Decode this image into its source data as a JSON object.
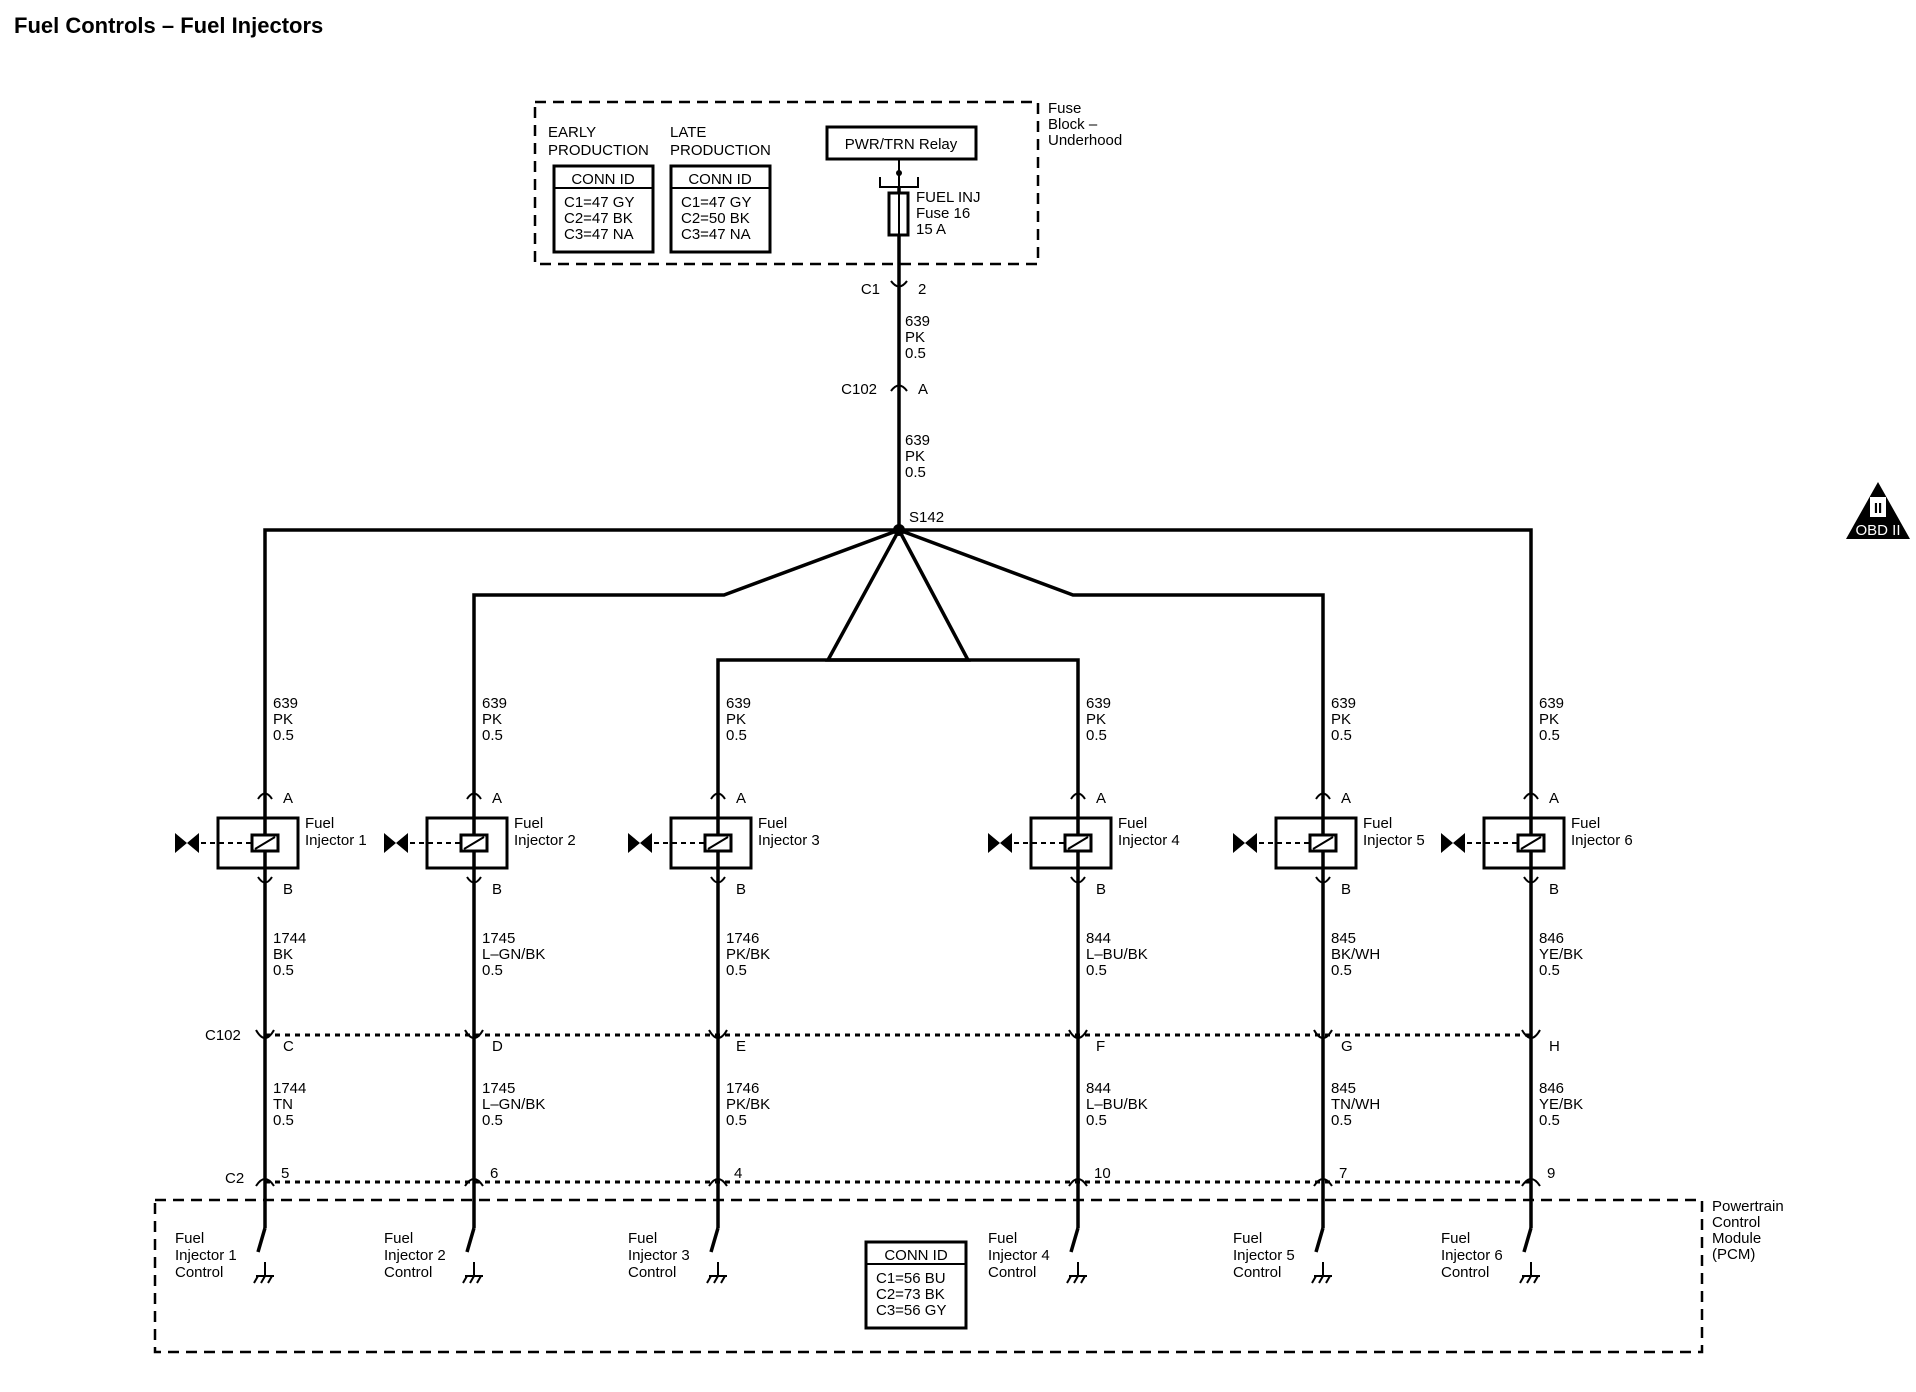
{
  "title": "Fuel Controls – Fuel Injectors",
  "fuse_block": {
    "name_lines": [
      "Fuse",
      "Block –",
      "Underhood"
    ],
    "early": {
      "heading_lines": [
        "EARLY",
        "PRODUCTION"
      ],
      "conn_header": "CONN ID",
      "ids": [
        "C1=47 GY",
        "C2=47 BK",
        "C3=47 NA"
      ]
    },
    "late": {
      "heading_lines": [
        "LATE",
        "PRODUCTION"
      ],
      "conn_header": "CONN ID",
      "ids": [
        "C1=47 GY",
        "C2=50 BK",
        "C3=47 NA"
      ]
    },
    "relay": "PWR/TRN Relay",
    "fuse_lines": [
      "FUEL INJ",
      "Fuse 16",
      "15 A"
    ]
  },
  "feed": {
    "c1": {
      "conn": "C1",
      "pin": "2"
    },
    "wire1": {
      "circuit": "639",
      "color": "PK",
      "gauge": "0.5"
    },
    "c102": {
      "conn": "C102",
      "pin": "A"
    },
    "wire2": {
      "circuit": "639",
      "color": "PK",
      "gauge": "0.5"
    },
    "splice": "S142"
  },
  "obd_badge": {
    "numeral": "II",
    "label": "OBD II"
  },
  "c102_label": "C102",
  "c2_label": "C2",
  "injectors": [
    {
      "name_lines": [
        "Fuel",
        "Injector 1"
      ],
      "pin_a": "A",
      "pin_b": "B",
      "feed": {
        "circuit": "639",
        "color": "PK",
        "gauge": "0.5"
      },
      "out": {
        "circuit": "1744",
        "color": "BK",
        "gauge": "0.5"
      },
      "c102_pin": "C",
      "pcm_wire": {
        "circuit": "1744",
        "color": "TN",
        "gauge": "0.5"
      },
      "c2_pin": "5",
      "pcm_label_lines": [
        "Fuel",
        "Injector 1",
        "Control"
      ]
    },
    {
      "name_lines": [
        "Fuel",
        "Injector 2"
      ],
      "pin_a": "A",
      "pin_b": "B",
      "feed": {
        "circuit": "639",
        "color": "PK",
        "gauge": "0.5"
      },
      "out": {
        "circuit": "1745",
        "color": "L–GN/BK",
        "gauge": "0.5"
      },
      "c102_pin": "D",
      "pcm_wire": {
        "circuit": "1745",
        "color": "L–GN/BK",
        "gauge": "0.5"
      },
      "c2_pin": "6",
      "pcm_label_lines": [
        "Fuel",
        "Injector 2",
        "Control"
      ]
    },
    {
      "name_lines": [
        "Fuel",
        "Injector 3"
      ],
      "pin_a": "A",
      "pin_b": "B",
      "feed": {
        "circuit": "639",
        "color": "PK",
        "gauge": "0.5"
      },
      "out": {
        "circuit": "1746",
        "color": "PK/BK",
        "gauge": "0.5"
      },
      "c102_pin": "E",
      "pcm_wire": {
        "circuit": "1746",
        "color": "PK/BK",
        "gauge": "0.5"
      },
      "c2_pin": "4",
      "pcm_label_lines": [
        "Fuel",
        "Injector 3",
        "Control"
      ]
    },
    {
      "name_lines": [
        "Fuel",
        "Injector 4"
      ],
      "pin_a": "A",
      "pin_b": "B",
      "feed": {
        "circuit": "639",
        "color": "PK",
        "gauge": "0.5"
      },
      "out": {
        "circuit": "844",
        "color": "L–BU/BK",
        "gauge": "0.5"
      },
      "c102_pin": "F",
      "pcm_wire": {
        "circuit": "844",
        "color": "L–BU/BK",
        "gauge": "0.5"
      },
      "c2_pin": "10",
      "pcm_label_lines": [
        "Fuel",
        "Injector 4",
        "Control"
      ]
    },
    {
      "name_lines": [
        "Fuel",
        "Injector 5"
      ],
      "pin_a": "A",
      "pin_b": "B",
      "feed": {
        "circuit": "639",
        "color": "PK",
        "gauge": "0.5"
      },
      "out": {
        "circuit": "845",
        "color": "BK/WH",
        "gauge": "0.5"
      },
      "c102_pin": "G",
      "pcm_wire": {
        "circuit": "845",
        "color": "TN/WH",
        "gauge": "0.5"
      },
      "c2_pin": "7",
      "pcm_label_lines": [
        "Fuel",
        "Injector 5",
        "Control"
      ]
    },
    {
      "name_lines": [
        "Fuel",
        "Injector 6"
      ],
      "pin_a": "A",
      "pin_b": "B",
      "feed": {
        "circuit": "639",
        "color": "PK",
        "gauge": "0.5"
      },
      "out": {
        "circuit": "846",
        "color": "YE/BK",
        "gauge": "0.5"
      },
      "c102_pin": "H",
      "pcm_wire": {
        "circuit": "846",
        "color": "YE/BK",
        "gauge": "0.5"
      },
      "c2_pin": "9",
      "pcm_label_lines": [
        "Fuel",
        "Injector 6",
        "Control"
      ]
    }
  ],
  "pcm": {
    "name_lines": [
      "Powertrain",
      "Control",
      "Module",
      "(PCM)"
    ],
    "conn_header": "CONN ID",
    "ids": [
      "C1=56 BU",
      "C2=73 BK",
      "C3=56 GY"
    ]
  }
}
